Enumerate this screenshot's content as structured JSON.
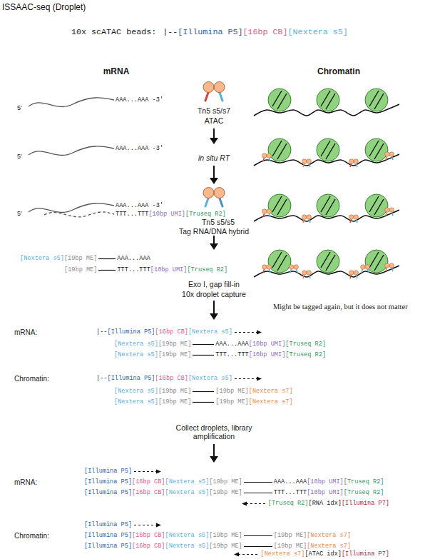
{
  "diagram": {
    "title": "ISSAAC-seq (Droplet)",
    "labels": [
      "10x scATAC beads:",
      "|--",
      "[Illumina P5]",
      "[16bp CB]",
      "[Nextera s5]",
      "mRNA",
      "Chromatin",
      "5'",
      "AAA...AAA -3'",
      "Tn5 s5/s7",
      "ATAC",
      "5'",
      "AAA...AAA -3'",
      "in situ RT",
      "5'",
      "AAA...AAA -3'",
      "TTT...TTT",
      "[10bp UMI]",
      "[Truseq R2]",
      "Tn5 s5/s5",
      "Tag RNA/DNA hybrid",
      "[Nextera s5]",
      "[19bp ME]",
      "AAA...AAA",
      "[19bp ME]",
      "TTT...TTT",
      "[10bp UMI]",
      "[Truseq R2]",
      "Exo I, gap fill-in",
      "10x droplet capture",
      "Might be tagged again, but it does not matter",
      "mRNA:",
      "|--",
      "[Illumina P5]",
      "[16bp CB]",
      "[Nextera s5]",
      "[Nextera s5]",
      "[19bp ME]",
      "AAA...AAA",
      "[10bp UMI]",
      "[Truseq R2]",
      "[Nextera s5]",
      "[19bp ME]",
      "TTT...TTT",
      "[10bp UMI]",
      "[Truseq R2]",
      "Chromatin:",
      "|--",
      "[Illumina P5]",
      "[16bp CB]",
      "[Nextera s5]",
      "[Nextera s5]",
      "[19bp ME]",
      "[19bp ME]",
      "[Nextera s7]",
      "[Nextera s5]",
      "[19bp ME]",
      "[19bp ME]",
      "[Nextera s7]",
      "Collect droplets, library amplification",
      "[Illumina P5]",
      "mRNA:",
      "[Illumina P5]",
      "[16bp CB]",
      "[Nextera s5]",
      "[19bp ME]",
      "AAA...AAA",
      "[10bp UMI]",
      "[Truseq R2]",
      "[Illumina P5]",
      "[16bp CB]",
      "[Nextera s5]",
      "[19bp ME]",
      "TTT...TTT",
      "[10bp UMI]",
      "[Truseq R2]",
      "[Truseq R2]",
      "[RNA idx]",
      "[Illumina P7]",
      "[Illumina P5]",
      "Chromatin:",
      "[Illumina P5]",
      "[16bp CB]",
      "[Nextera s5]",
      "[19bp ME]",
      "[19bp ME]",
      "[Nextera s7]",
      "[Illumina P5]",
      "[16bp CB]",
      "[Nextera s5]",
      "[19bp ME]",
      "[19bp ME]",
      "[Nextera s7]",
      "[Nextera s7]",
      "[ATAC idx]",
      "[Illumina P7]"
    ]
  }
}
